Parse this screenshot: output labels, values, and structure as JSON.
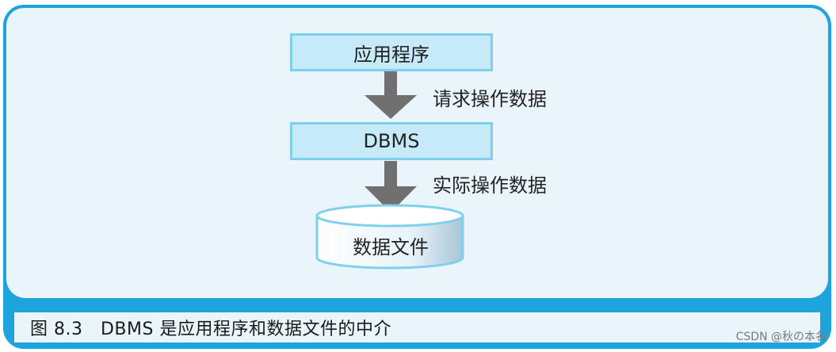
{
  "diagram": {
    "box_app": "应用程序",
    "box_dbms": "DBMS",
    "cylinder_label": "数据文件",
    "arrow1_label": "请求操作数据",
    "arrow2_label": "实际操作数据"
  },
  "caption": "图 8.3　DBMS 是应用程序和数据文件的中介",
  "watermark": "CSDN @秋の本名",
  "colors": {
    "frame": "#1da4dd",
    "panel": "#e9f5fb",
    "box_fill": "#c7eaf8",
    "box_border": "#7fd0ef",
    "arrow": "#707070"
  }
}
